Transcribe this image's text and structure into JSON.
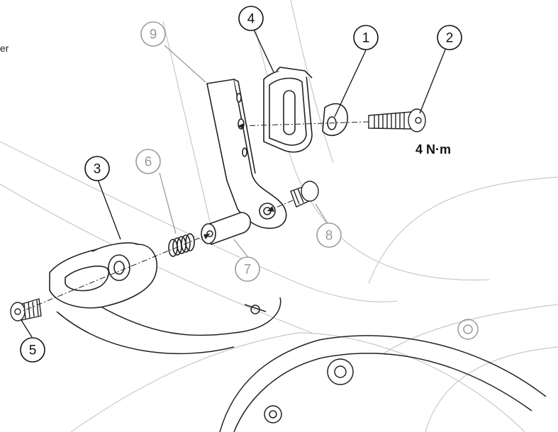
{
  "edge_text": "er",
  "torque_label": "4 N·m",
  "callouts": [
    {
      "id": "1",
      "tone": "dark"
    },
    {
      "id": "2",
      "tone": "dark"
    },
    {
      "id": "3",
      "tone": "dark"
    },
    {
      "id": "4",
      "tone": "dark"
    },
    {
      "id": "5",
      "tone": "dark"
    },
    {
      "id": "6",
      "tone": "light"
    },
    {
      "id": "7",
      "tone": "light"
    },
    {
      "id": "8",
      "tone": "light"
    },
    {
      "id": "9",
      "tone": "light"
    }
  ],
  "colors": {
    "dark": "#111111",
    "light": "#9a9a9a",
    "line": "#222222",
    "faint": "#c8c8c8"
  }
}
